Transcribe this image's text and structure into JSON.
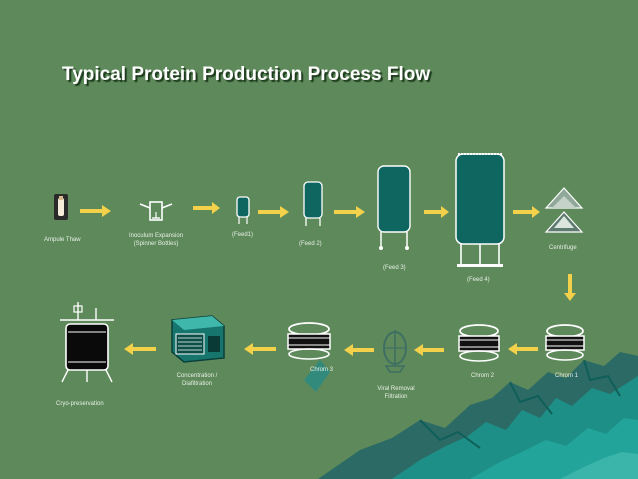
{
  "title": "Typical Protein Production Process Flow",
  "colors": {
    "background": "#5e8a5b",
    "arrow": "#f3d14a",
    "vessel": "#0f6660",
    "outline": "#ffffff",
    "rock_teal": "#1d8f86"
  },
  "steps": {
    "ampule_thaw": "Ampule Thaw",
    "inoculum": "Inoculum Expansion\n(Spinner Bottles)",
    "feed1": "(Feed1)",
    "feed2": "(Feed 2)",
    "feed3": "(Feed 3)",
    "feed4": "(Feed 4)",
    "centrifuge": "Centrifuge",
    "chrom1": "Chrom 1",
    "chrom2": "Chrom 2",
    "viral_removal": "Viral Removal\nFiltration",
    "chrom3": "Chrom 3",
    "concentration": "Concentration /\nDiafiltration",
    "cryo": "Cryo-preservation"
  }
}
